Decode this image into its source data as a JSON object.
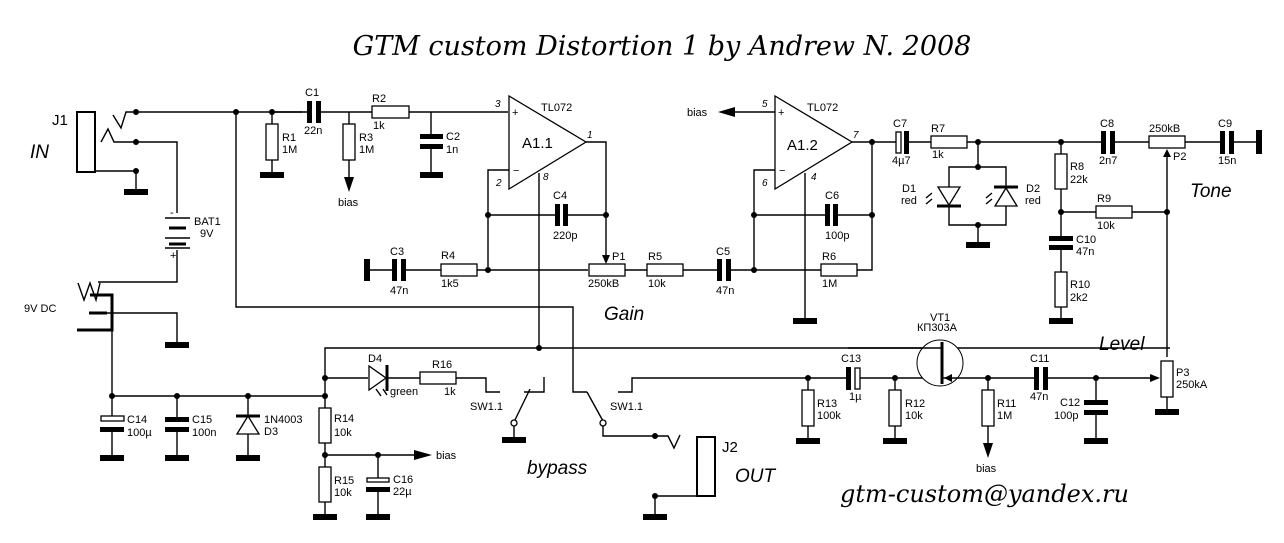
{
  "title": "GTM custom  Distortion 1  by Andrew N.  2008",
  "email": "gtm-custom@yandex.ru",
  "sections": {
    "in": "IN",
    "out": "OUT",
    "gain": "Gain",
    "tone": "Tone",
    "level": "Level",
    "bypass": "bypass"
  },
  "components": {
    "J1": {
      "ref": "J1"
    },
    "J2": {
      "ref": "J2"
    },
    "BAT1": {
      "ref": "BAT1",
      "value": "9V",
      "minus": "-",
      "plus": "+"
    },
    "DC": {
      "ref": "9V DC"
    },
    "R1": {
      "ref": "R1",
      "value": "1M"
    },
    "R2": {
      "ref": "R2",
      "value": "1k"
    },
    "R3": {
      "ref": "R3",
      "value": "1M"
    },
    "R4": {
      "ref": "R4",
      "value": "1k5"
    },
    "R5": {
      "ref": "R5",
      "value": "10k"
    },
    "R6": {
      "ref": "R6",
      "value": "1M"
    },
    "R7": {
      "ref": "R7",
      "value": "1k"
    },
    "R8": {
      "ref": "R8",
      "value": "22k"
    },
    "R9": {
      "ref": "R9",
      "value": "10k"
    },
    "R10": {
      "ref": "R10",
      "value": "2k2"
    },
    "R11": {
      "ref": "R11",
      "value": "1M"
    },
    "R12": {
      "ref": "R12",
      "value": "10k"
    },
    "R13": {
      "ref": "R13",
      "value": "100k"
    },
    "R14": {
      "ref": "R14",
      "value": "10k"
    },
    "R15": {
      "ref": "R15",
      "value": "10k"
    },
    "R16": {
      "ref": "R16",
      "value": "1k"
    },
    "C1": {
      "ref": "C1",
      "value": "22n"
    },
    "C2": {
      "ref": "C2",
      "value": "1n"
    },
    "C3": {
      "ref": "C3",
      "value": "47n"
    },
    "C4": {
      "ref": "C4",
      "value": "220p"
    },
    "C5": {
      "ref": "C5",
      "value": "47n"
    },
    "C6": {
      "ref": "C6",
      "value": "100p"
    },
    "C7": {
      "ref": "C7",
      "value": "4µ7"
    },
    "C8": {
      "ref": "C8",
      "value": "2n7"
    },
    "C9": {
      "ref": "C9",
      "value": "15n"
    },
    "C10": {
      "ref": "C10",
      "value": "47n"
    },
    "C11": {
      "ref": "C11",
      "value": "47n"
    },
    "C12": {
      "ref": "C12",
      "value": "100p"
    },
    "C13": {
      "ref": "C13",
      "value": "1µ"
    },
    "C14": {
      "ref": "C14",
      "value": "100µ"
    },
    "C15": {
      "ref": "C15",
      "value": "100n"
    },
    "C16": {
      "ref": "C16",
      "value": "22µ"
    },
    "P1": {
      "ref": "P1",
      "value": "250kB"
    },
    "P2": {
      "ref": "P2",
      "value": "250kB"
    },
    "P3": {
      "ref": "P3",
      "value": "250kA"
    },
    "D1": {
      "ref": "D1",
      "value": "red"
    },
    "D2": {
      "ref": "D2",
      "value": "red"
    },
    "D3": {
      "ref": "D3",
      "value": "1N4003"
    },
    "D4": {
      "ref": "D4",
      "value": "green"
    },
    "VT1": {
      "ref": "VT1",
      "value": "КП303А"
    },
    "A11": {
      "ref": "A1.1",
      "part": "TL072",
      "pins": {
        "p3": "3",
        "p2": "2",
        "p1": "1",
        "p8": "8",
        "plus": "+",
        "minus": "−"
      }
    },
    "A12": {
      "ref": "A1.2",
      "part": "TL072",
      "pins": {
        "p5": "5",
        "p6": "6",
        "p7": "7",
        "p4": "4",
        "plus": "+",
        "minus": "−"
      }
    },
    "SW_a": {
      "ref": "SW1.1"
    },
    "SW_b": {
      "ref": "SW1.1"
    }
  },
  "net_labels": {
    "bias": "bias"
  }
}
